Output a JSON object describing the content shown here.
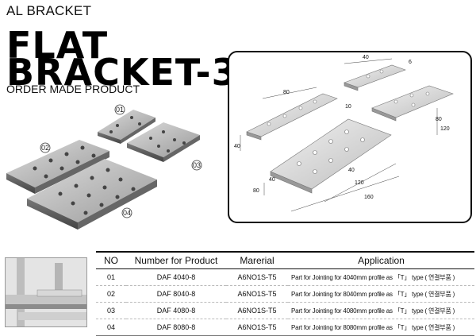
{
  "header": {
    "series": "AL BRACKET",
    "title_line1": "FLAT",
    "title_line2": "BRACKET-3",
    "subtitle": "ORDER MADE PRODUCT"
  },
  "photo_labels": [
    "01",
    "02",
    "03",
    "04"
  ],
  "drawing": {
    "dims": [
      "40",
      "6",
      "80",
      "10",
      "40",
      "80",
      "120",
      "40",
      "40",
      "120",
      "80",
      "160"
    ]
  },
  "table": {
    "headers": [
      "NO",
      "Number for Product",
      "Marerial",
      "Application"
    ],
    "rows": [
      {
        "no": "01",
        "product": "DAF 4040-8",
        "material": "A6NO1S-T5",
        "application": "Part for Jointing for 4040mm profile as 「T」 type ( 연결부품 )"
      },
      {
        "no": "02",
        "product": "DAF 8040-8",
        "material": "A6NO1S-T5",
        "application": "Part for Jointing for 8040mm profile as 「T」 type ( 연결부품 )"
      },
      {
        "no": "03",
        "product": "DAF 4080-8",
        "material": "A6NO1S-T5",
        "application": "Part for Jointing for 4080mm profile as 「T」 type ( 연결부품 )"
      },
      {
        "no": "04",
        "product": "DAF 8080-8",
        "material": "A6NO1S-T5",
        "application": "Part for Jointing for 8080mm profile as 「T」 type ( 연결부품 )"
      }
    ]
  }
}
